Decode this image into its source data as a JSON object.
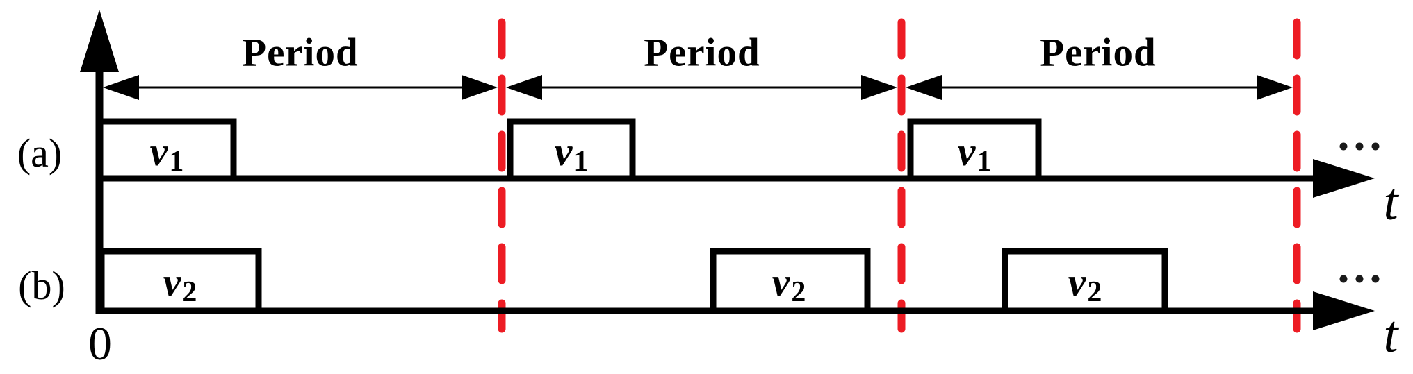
{
  "figure": {
    "period_label": "Period",
    "origin_label": "0",
    "time_axis_label": "t",
    "continuation_ellipsis": "...",
    "colors": {
      "ink": "#000000",
      "divider_red": "#ED1C24",
      "background": "#FFFFFF"
    },
    "rows": [
      {
        "tag": "(a)",
        "signal_base": "v",
        "signal_sub": "1"
      },
      {
        "tag": "(b)",
        "signal_base": "v",
        "signal_sub": "2"
      }
    ]
  },
  "chart_data": {
    "type": "timing-diagram",
    "time_axis": {
      "origin_label": "0",
      "axis_label": "t",
      "periods_shown": 3,
      "period_label": "Period"
    },
    "period_dividers_at_period_units": [
      1,
      2,
      3
    ],
    "series": [
      {
        "name": "v1",
        "row_tag": "(a)",
        "pulses_period_units": [
          [
            0,
            0.33
          ],
          [
            1.01,
            1.34
          ],
          [
            2.02,
            2.35
          ]
        ]
      },
      {
        "name": "v2",
        "row_tag": "(b)",
        "pulses_period_units": [
          [
            0,
            0.41
          ],
          [
            1.52,
            1.93
          ],
          [
            2.26,
            2.68
          ]
        ]
      }
    ]
  }
}
